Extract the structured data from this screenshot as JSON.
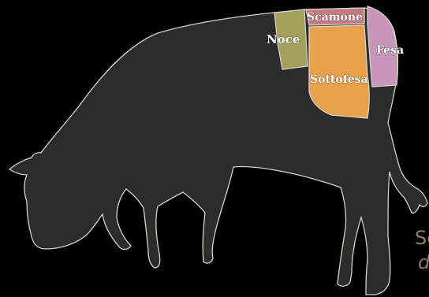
{
  "colors": {
    "background": "#000000",
    "cow_body": "#2c2c2c",
    "outline": "#d8d2c8",
    "noce": "#a3a05e",
    "scamone": "#c47a82",
    "sottofesa": "#e8a24e",
    "fesa": "#c896b8"
  },
  "cuts": [
    {
      "key": "noce",
      "label": "Noce"
    },
    {
      "key": "scamone",
      "label": "Scamone"
    },
    {
      "key": "sottofesa",
      "label": "Sottofesa"
    },
    {
      "key": "fesa",
      "label": "Fesa"
    }
  ],
  "edge_text": {
    "line1": "Sc",
    "line2": "d"
  }
}
